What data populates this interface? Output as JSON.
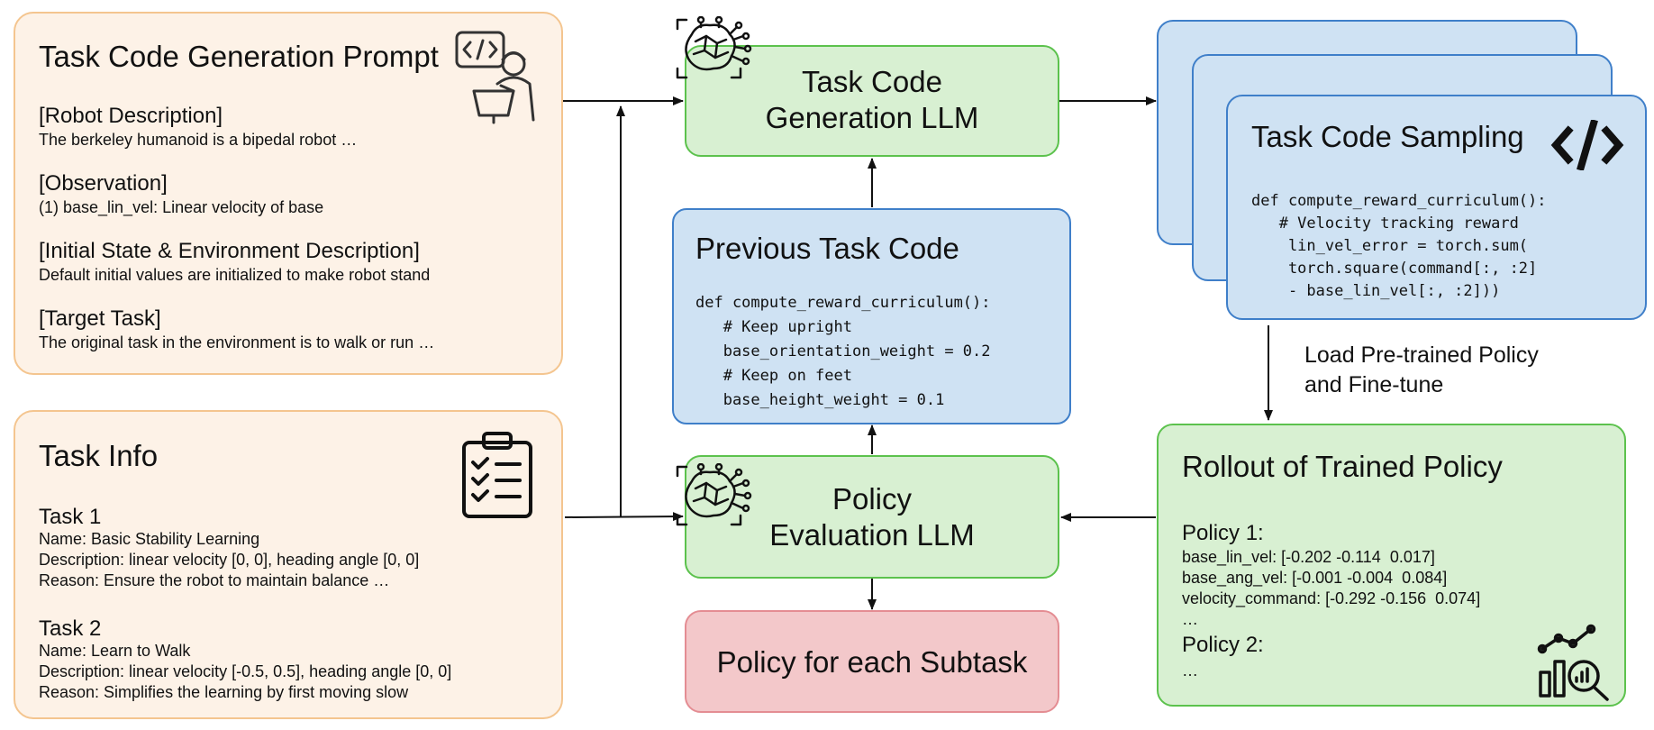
{
  "prompt_box": {
    "title": "Task Code Generation Prompt",
    "sections": [
      {
        "heading": "[Robot Description]",
        "text": "The berkeley humanoid is a bipedal robot …"
      },
      {
        "heading": "[Observation]",
        "text": "(1) base_lin_vel: Linear velocity of base"
      },
      {
        "heading": "[Initial State & Environment Description]",
        "text": "Default initial values are initialized to make robot stand"
      },
      {
        "heading": "[Target Task]",
        "text": "The original task in the environment is to walk or run …"
      }
    ],
    "icon": "developer-icon"
  },
  "task_info_box": {
    "title": "Task Info",
    "icon": "clipboard-checklist-icon",
    "tasks": [
      {
        "heading": "Task 1",
        "name": "Name: Basic Stability Learning",
        "description": "Description: linear velocity [0, 0], heading angle [0, 0]",
        "reason": "Reason: Ensure the robot to maintain balance …"
      },
      {
        "heading": "Task 2",
        "name": "Name: Learn to Walk",
        "description": "Description: linear velocity [-0.5, 0.5], heading angle [0, 0]",
        "reason": "Reason: Simplifies the learning by first moving slow"
      }
    ]
  },
  "generation_llm": {
    "line1": "Task Code",
    "line2": "Generation LLM",
    "icon": "brain-circuit-icon"
  },
  "previous_code": {
    "title": "Previous Task Code",
    "code": "def compute_reward_curriculum():\n   # Keep upright\n   base_orientation_weight = 0.2\n   # Keep on feet\n   base_height_weight = 0.1"
  },
  "evaluation_llm": {
    "line1": "Policy",
    "line2": "Evaluation LLM",
    "icon": "brain-circuit-icon"
  },
  "policy_subtask": {
    "label": "Policy for each Subtask"
  },
  "sampling": {
    "title": "Task Code Sampling",
    "icon": "code-brackets-icon",
    "code": "def compute_reward_curriculum():\n   # Velocity tracking reward\n    lin_vel_error = torch.sum(\n    torch.square(command[:, :2]\n    - base_lin_vel[:, :2]))"
  },
  "finetune_label": {
    "line1": "Load Pre-trained Policy",
    "line2": "and Fine-tune"
  },
  "rollout": {
    "title": "Rollout of Trained Policy",
    "icon": "chart-magnifier-icon",
    "lines": {
      "p1": "Policy 1:",
      "l1": "base_lin_vel: [-0.202 -0.114  0.017]",
      "l2": "base_ang_vel: [-0.001 -0.004  0.084]",
      "l3": "velocity_command: [-0.292 -0.156  0.074]",
      "dots1": "…",
      "p2": "Policy 2:",
      "dots2": "…"
    }
  },
  "colors": {
    "orange_fill": "#fdf2e7",
    "green_fill": "#d8f0d2",
    "blue_fill": "#cfe2f3",
    "red_fill": "#f3c8ca"
  }
}
